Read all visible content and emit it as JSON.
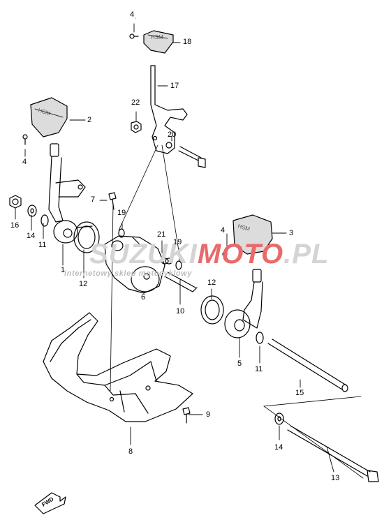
{
  "diagram": {
    "callouts": [
      {
        "id": "c4a",
        "text": "4"
      },
      {
        "id": "c18",
        "text": "18"
      },
      {
        "id": "c17",
        "text": "17"
      },
      {
        "id": "c2",
        "text": "2"
      },
      {
        "id": "c22",
        "text": "22"
      },
      {
        "id": "c20",
        "text": "20"
      },
      {
        "id": "c4b",
        "text": "4"
      },
      {
        "id": "c7",
        "text": "7"
      },
      {
        "id": "c19a",
        "text": "19"
      },
      {
        "id": "c16",
        "text": "16"
      },
      {
        "id": "c14a",
        "text": "14"
      },
      {
        "id": "c11a",
        "text": "11"
      },
      {
        "id": "c1",
        "text": "1"
      },
      {
        "id": "c12a",
        "text": "12"
      },
      {
        "id": "c21",
        "text": "21"
      },
      {
        "id": "c19b",
        "text": "19"
      },
      {
        "id": "c4c",
        "text": "4"
      },
      {
        "id": "c3",
        "text": "3"
      },
      {
        "id": "c6",
        "text": "6"
      },
      {
        "id": "c10",
        "text": "10"
      },
      {
        "id": "c12b",
        "text": "12"
      },
      {
        "id": "c5",
        "text": "5"
      },
      {
        "id": "c11b",
        "text": "11"
      },
      {
        "id": "c15",
        "text": "15"
      },
      {
        "id": "c9",
        "text": "9"
      },
      {
        "id": "c8",
        "text": "8"
      },
      {
        "id": "c14b",
        "text": "14"
      },
      {
        "id": "c13",
        "text": "13"
      }
    ],
    "fwd_label": "FWD",
    "pad_text": "HSM",
    "watermark": {
      "main_part1": "SUZUKI",
      "main_part2": "MOTO",
      "main_part3": ".PL",
      "sub": "internetowy sklep motocyklowy"
    }
  },
  "colors": {
    "line": "#000000",
    "watermark_gray": "#d4d4d4",
    "watermark_red": "#e96a6a",
    "pad_fill": "#dcdcdc"
  }
}
